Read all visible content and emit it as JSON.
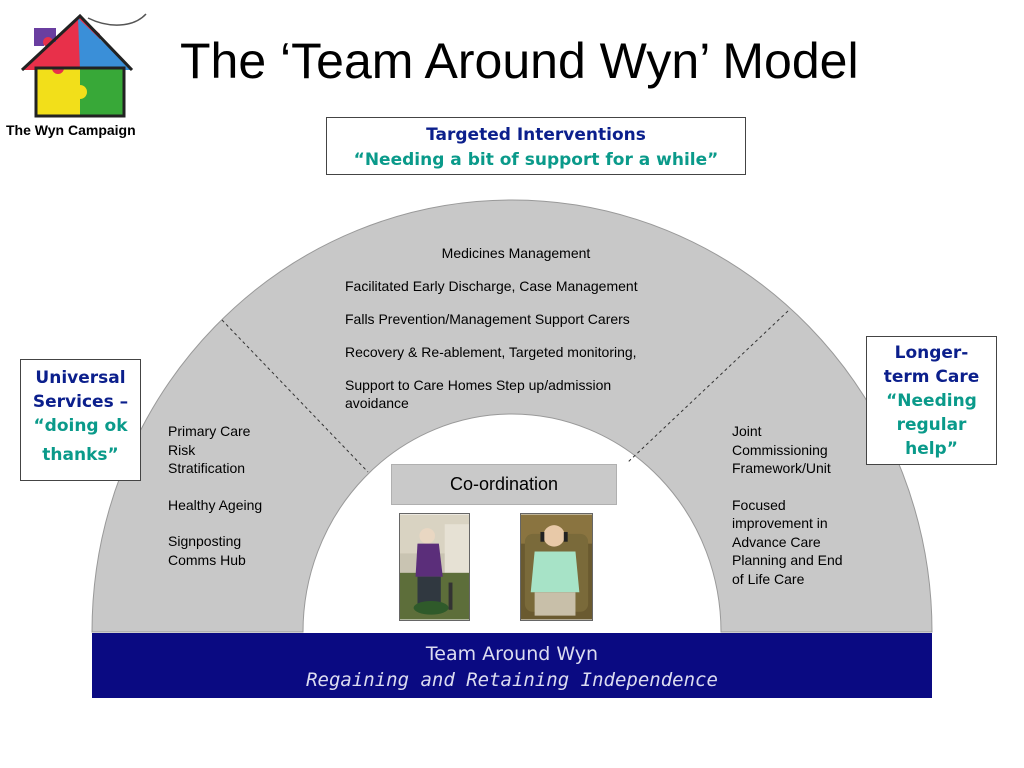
{
  "header": {
    "title": "The ‘Team Around Wyn’ Model",
    "logo_text": "The Wyn Campaign"
  },
  "targeted": {
    "heading": "Targeted Interventions",
    "quote": "“Needing a bit of support for a while”"
  },
  "universal": {
    "heading_line1": "Universal",
    "heading_line2": "Services –",
    "quote_line1": "“doing ok",
    "quote_line2": "thanks”"
  },
  "longer": {
    "heading_line1": "Longer-",
    "heading_line2": "term Care",
    "quote_line1": "“Needing",
    "quote_line2": "regular",
    "quote_line3": "help”"
  },
  "center_items": [
    "Medicines Management",
    "Facilitated Early Discharge, Case Management",
    "Falls Prevention/Management   Support Carers",
    "Recovery & Re-ablement, Targeted monitoring,",
    "Support to Care  Homes  Step up/admission",
    "avoidance"
  ],
  "left_items": [
    "Primary Care",
    "Risk",
    "Stratification",
    "Healthy Ageing",
    "Signposting",
    "Comms Hub"
  ],
  "right_items": [
    "Joint",
    "Commissioning",
    "Framework/Unit",
    "Focused",
    "improvement in",
    "Advance Care",
    "Planning and End",
    "of Life Care"
  ],
  "coordination": "Co-ordination",
  "banner": {
    "line1": "Team Around Wyn",
    "line2": "Regaining and Retaining Independence"
  },
  "colors": {
    "arch": "#c8c8c8",
    "navy_text": "#0b1f8c",
    "teal_text": "#0a9a8a",
    "banner_bg": "#0a0a82"
  }
}
